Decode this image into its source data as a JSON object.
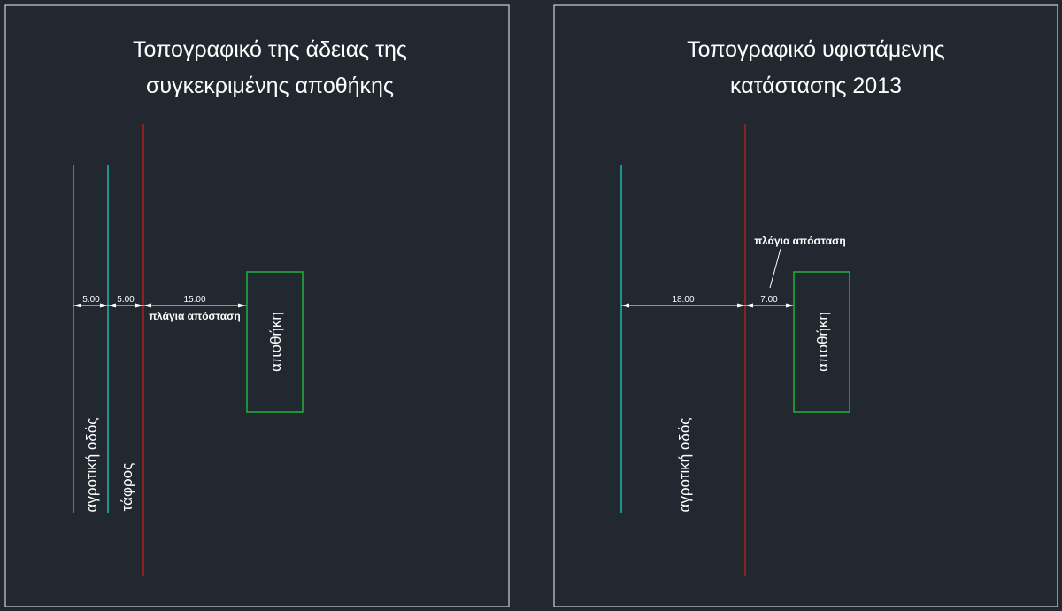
{
  "colors": {
    "background": "#212830",
    "frame": "#cfd3d6",
    "road_line": "#1fb5b0",
    "boundary_line": "#b01c1c",
    "building": "#21b33a",
    "dimension": "#ffffff"
  },
  "left_panel": {
    "title_line1": "Τοπογραφικό της άδειας της",
    "title_line2": "συγκεκριμένης αποθήκης",
    "dim_road": "5.00",
    "dim_ditch": "5.00",
    "dim_setback": "15.00",
    "setback_label": "πλάγια απόσταση",
    "building_label": "αποθήκη",
    "road_label": "αγροτική οδός",
    "ditch_label": "τάφρος"
  },
  "right_panel": {
    "title_line1": "Τοπογραφικό υφιστάμενης",
    "title_line2": "κατάστασης 2013",
    "dim_road": "18.00",
    "dim_setback": "7.00",
    "setback_label": "πλάγια απόσταση",
    "building_label": "αποθήκη",
    "road_label": "αγροτική οδός"
  }
}
